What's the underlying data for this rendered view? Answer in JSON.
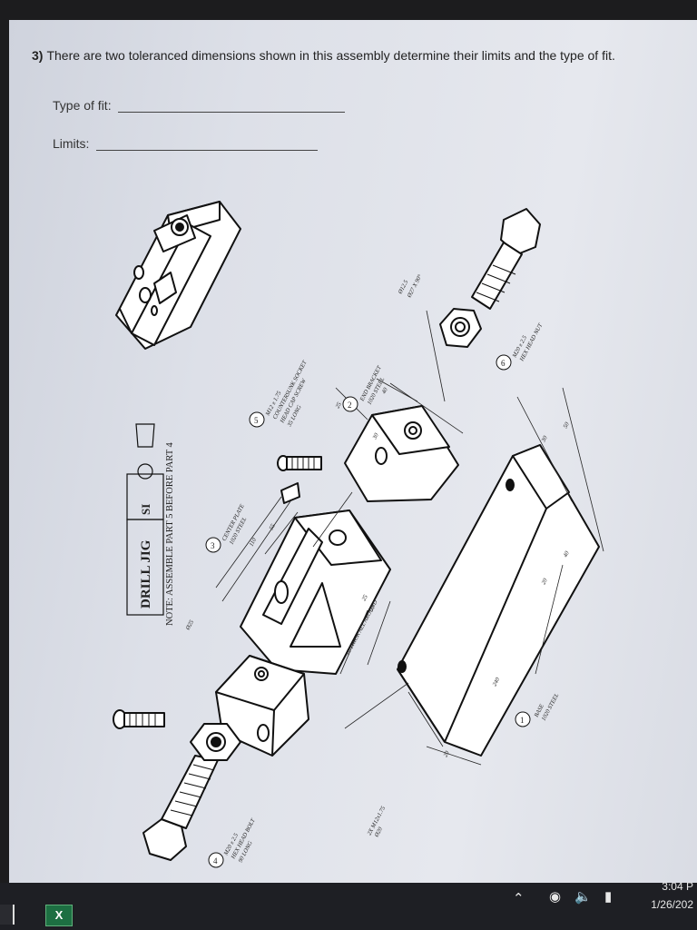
{
  "question": {
    "number": "3)",
    "text": "There are two toleranced dimensions shown in this assembly determine their limits and the type of fit."
  },
  "fields": {
    "type_of_fit_label": "Type of fit:",
    "limits_label": "Limits:"
  },
  "drawing": {
    "title": "DRILL JIG",
    "title_code": "SI",
    "note": "NOTE: ASSEMBLE PART 5 BEFORE PART 4",
    "callouts": {
      "p1": "1",
      "p1_text": [
        "BASE",
        "1020 STEEL"
      ],
      "p2": "2",
      "p2_text": [
        "END BRACKET",
        "1020 STEEL"
      ],
      "p3": "3",
      "p3_text": [
        "CENTER PLATE",
        "1020 STEEL"
      ],
      "p4": "4",
      "p4_text": [
        "M20 x 2.5",
        "HEX HEAD BOLT",
        "90 LONG"
      ],
      "p5": "5",
      "p5_text": [
        "M12 x 1.75",
        "COUNTERSUNK SOCKET",
        "HEAD CAP SCREW",
        "35 LONG"
      ],
      "p6": "6",
      "p6_text": [
        "M20 x 2.5",
        "HEX HEAD NUT"
      ]
    },
    "dims": {
      "d_phi25": "Ø25",
      "d_110": "110",
      "d_55": "55",
      "d_25": "25",
      "d_40": "40",
      "d_30": "30",
      "d_20": "20",
      "d_240": "240",
      "d_20b": "20",
      "d_40b": "40",
      "d_30b": "30",
      "d_50": "50",
      "d_phi125": "Ø12.5",
      "d_csk": "Ø27 X 90°",
      "d_thick": "10 THICK ALL AROUND",
      "d_tap": "2X M12x1.75",
      "d_phi20": "Ø20",
      "d_50b": "50",
      "d_25b": "25"
    }
  },
  "taskbar": {
    "time": "3:04 P",
    "date": "1/26/202",
    "excel_label": "X"
  }
}
